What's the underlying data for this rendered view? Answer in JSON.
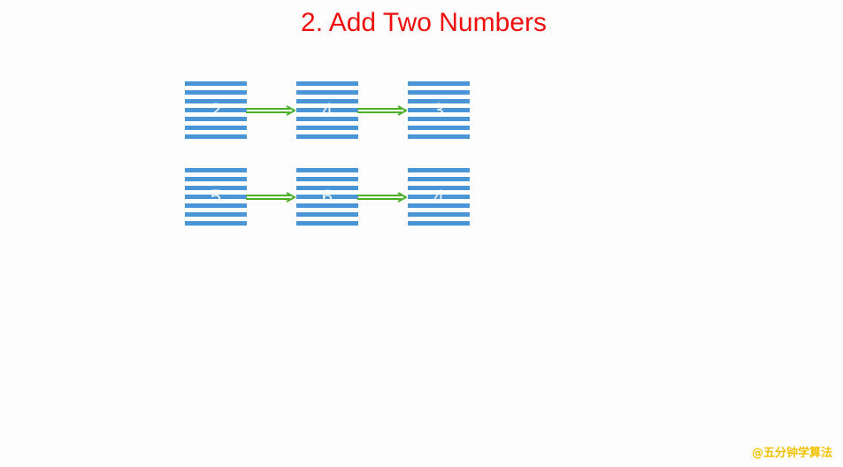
{
  "title": "2. Add Two Numbers",
  "list1": [
    {
      "value": "2"
    },
    {
      "value": "4"
    },
    {
      "value": "3"
    }
  ],
  "list2": [
    {
      "value": "5"
    },
    {
      "value": "6"
    },
    {
      "value": "4"
    }
  ],
  "colors": {
    "title": "#f00d0d",
    "node": "#4a95d5",
    "arrow": "#4caf2a",
    "watermark": "#f2c100"
  },
  "icons": {
    "link": "right-arrow-icon"
  },
  "watermark": "@五分钟学算法"
}
